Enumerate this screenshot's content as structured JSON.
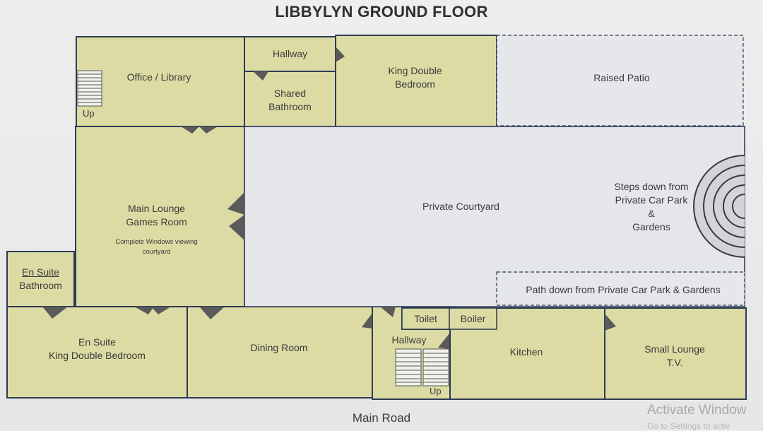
{
  "title": "LIBBYLYN GROUND FLOOR",
  "rooms": {
    "office": [
      "Office / Library"
    ],
    "hallway_top": [
      "Hallway"
    ],
    "shared_bathroom": [
      "Shared",
      "Bathroom"
    ],
    "king_double": [
      "King Double",
      "Bedroom"
    ],
    "raised_patio": [
      "Raised Patio"
    ],
    "main_lounge": [
      "Main Lounge",
      "Games Room"
    ],
    "main_lounge_note": [
      "Complete Windows viewing",
      "courtyard"
    ],
    "private_courtyard": [
      "Private Courtyard"
    ],
    "steps_down": [
      "Steps down from",
      "Private Car Park",
      "&",
      "Gardens"
    ],
    "path_down": [
      "Path down from Private Car Park & Gardens"
    ],
    "ensuite_bathroom": [
      "En Suite",
      "Bathroom"
    ],
    "ensuite_king": [
      "En Suite",
      "King Double Bedroom"
    ],
    "dining_room": [
      "Dining Room"
    ],
    "toilet": [
      "Toilet"
    ],
    "boiler": [
      "Boiler"
    ],
    "hallway_bottom": [
      "Hallway"
    ],
    "kitchen": [
      "Kitchen"
    ],
    "small_lounge": [
      "Small Lounge",
      "T.V."
    ]
  },
  "stair_labels": {
    "top": "Up",
    "bottom": "Up"
  },
  "main_road": "Main Road",
  "watermark": {
    "line1": "Activate Window",
    "line2": "Go to Settings to activ"
  },
  "colors": {
    "room_fill": "#dcdba4",
    "courtyard_fill": "#e4e6ea",
    "wall": "#2d3a55",
    "door": "#555555"
  }
}
